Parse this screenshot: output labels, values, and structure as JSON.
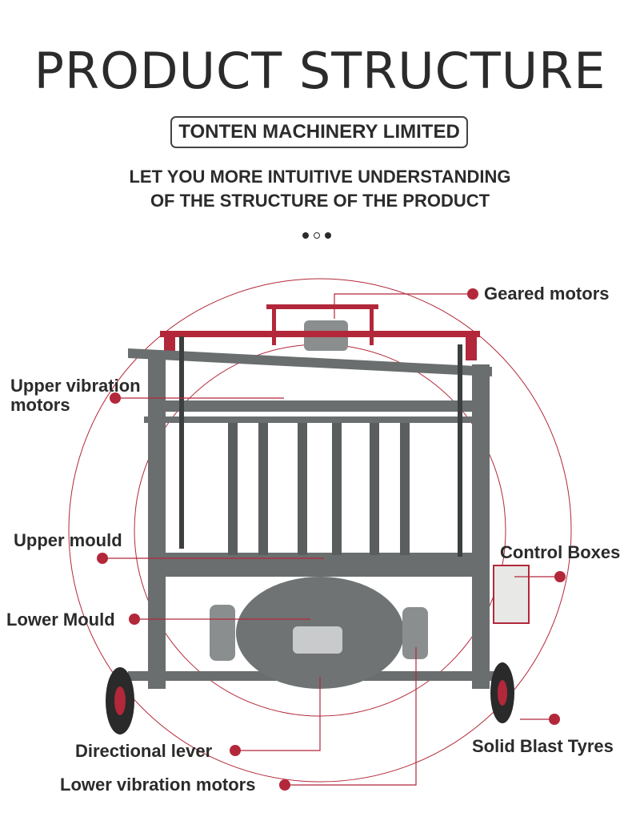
{
  "header": {
    "title": "PRODUCT STRUCTURE",
    "company": "TONTEN MACHINERY LIMITED",
    "subtitle_line1": "LET YOU MORE INTUITIVE UNDERSTANDING",
    "subtitle_line2": "OF THE STRUCTURE OF THE PRODUCT"
  },
  "labels": {
    "geared_motors": "Geared motors",
    "upper_vibration_1": "Upper vibration",
    "upper_vibration_2": "motors",
    "upper_mould": "Upper mould",
    "control_boxes": "Control Boxes",
    "lower_mould": "Lower Mould",
    "solid_blast_tyres": "Solid Blast Tyres",
    "directional_lever": "Directional lever",
    "lower_vibration_motors": "Lower vibration motors"
  },
  "colors": {
    "accent": "#b2283a",
    "frame": "#6a6e6e",
    "frame_dark": "#4c5050",
    "text": "#2b2b2b"
  }
}
